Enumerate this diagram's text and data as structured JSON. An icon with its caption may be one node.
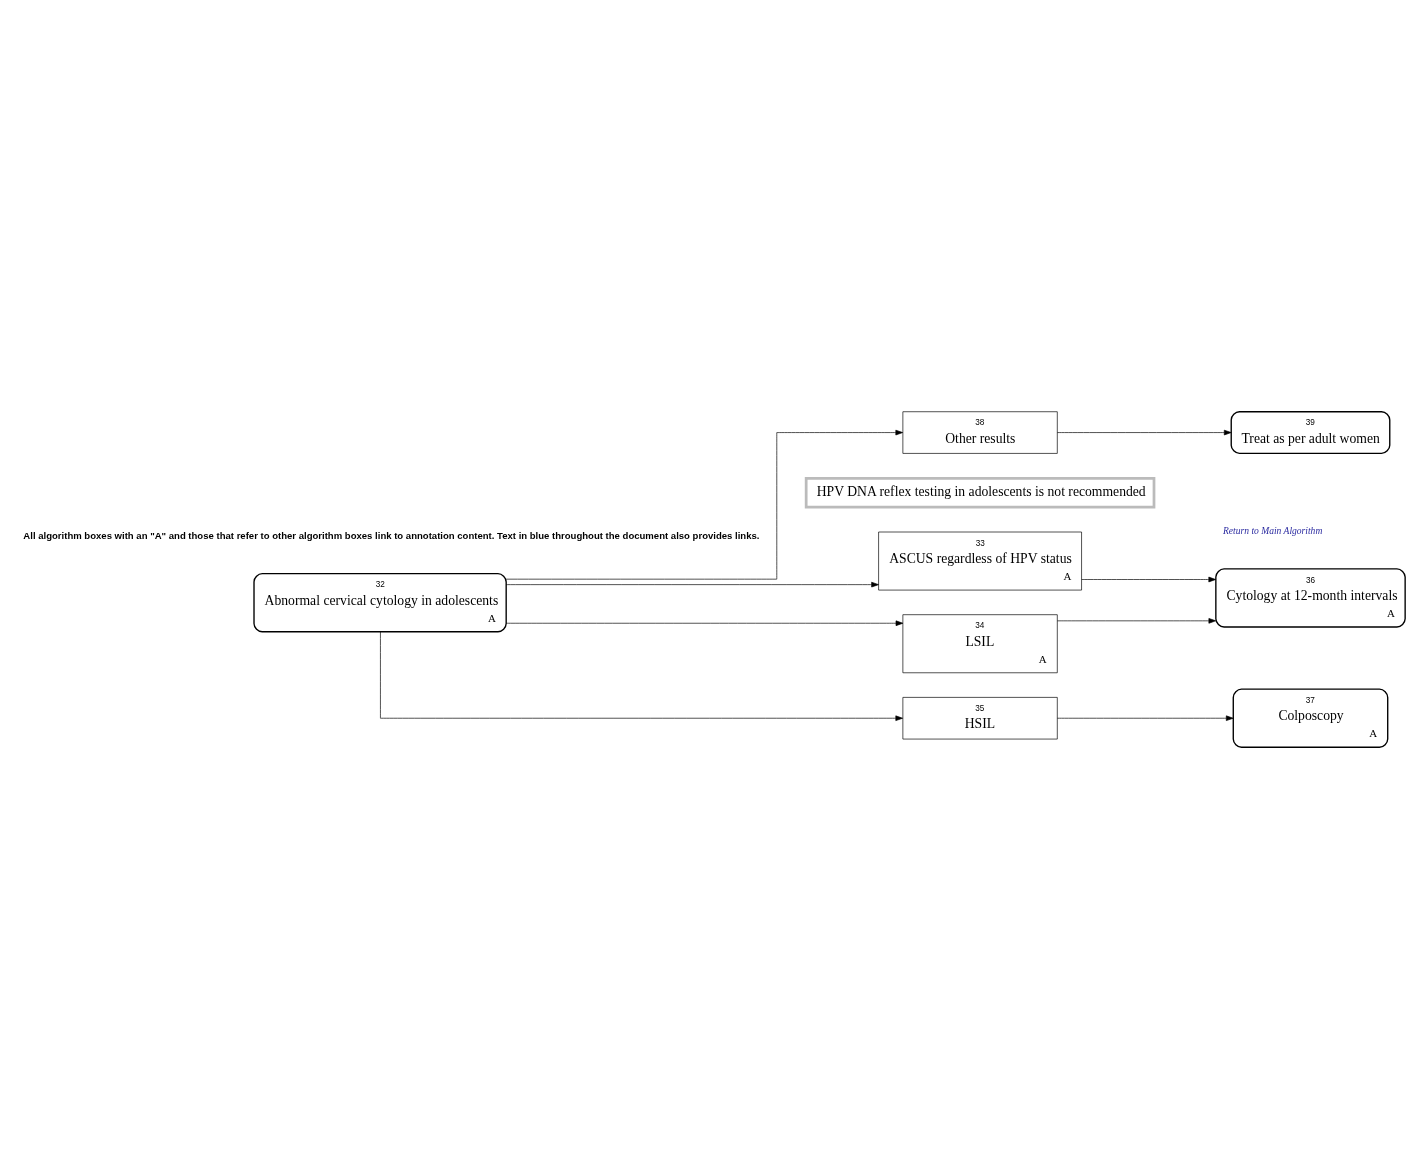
{
  "diagram": {
    "nodes": [
      {
        "text": [
          "32",
          "Abnormal cervical cytology in adolescents",
          "A"
        ]
      },
      {
        "text": [
          "33",
          "ASCUS regardless of HPV status",
          "A"
        ]
      },
      {
        "text": [
          "34",
          "LSIL",
          "A"
        ]
      },
      {
        "text": [
          "35",
          "HSIL"
        ]
      },
      {
        "text": [
          "36",
          "Cytology at 12-month intervals",
          "A"
        ]
      },
      {
        "text": [
          "37",
          "Colposcopy",
          "A"
        ]
      },
      {
        "text": [
          "38",
          "Other results"
        ]
      },
      {
        "text": [
          "39",
          "Treat as per adult women"
        ]
      },
      {
        "text": [
          "HPV DNA reflex testing in adolescents is not recommended"
        ]
      }
    ],
    "edges": [
      {
        "from": 0,
        "to": 1,
        "arrow": "to"
      },
      {
        "from": 0,
        "to": 2,
        "arrow": "to"
      },
      {
        "from": 0,
        "to": 3,
        "arrow": "to"
      },
      {
        "from": 0,
        "to": 6,
        "arrow": "to"
      },
      {
        "from": 1,
        "to": 4,
        "arrow": "to"
      },
      {
        "from": 2,
        "to": 4,
        "arrow": "to"
      },
      {
        "from": 3,
        "to": 5,
        "arrow": "to"
      },
      {
        "from": 6,
        "to": 7,
        "arrow": "to"
      }
    ],
    "labels": [
      "All algorithm boxes with an \"A\" and those that refer to other algorithm boxes link to annotation content. Text in blue throughout the document also provides links.",
      "Return to Main Algorithm"
    ]
  }
}
